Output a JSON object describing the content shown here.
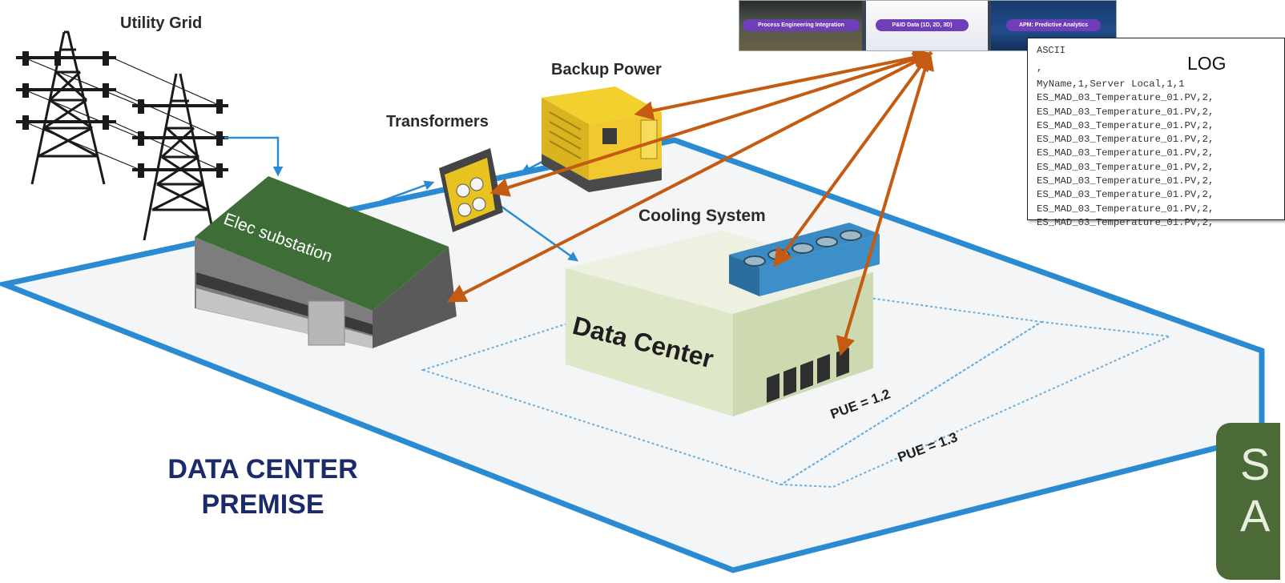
{
  "labels": {
    "utility_grid": "Utility Grid",
    "backup_power": "Backup Power",
    "transformers": "Transformers",
    "substation": "Elec substation",
    "cooling_system": "Cooling System",
    "data_center": "Data Center",
    "pue_inner": "PUE = 1.2",
    "pue_outer": "PUE = 1.3",
    "premise_line1": "DATA CENTER",
    "premise_line2": "PREMISE"
  },
  "app_strip": {
    "tabs": [
      "Process Engineering Integration",
      "P&ID Data (1D, 2D, 3D)",
      "APM: Predictive Analytics"
    ]
  },
  "log_panel": {
    "title": "LOG",
    "header": "ASCII",
    "comma_line": ",",
    "lines": [
      "MyName,1,Server Local,1,1",
      "ES_MAD_03_Temperature_01.PV,2,",
      "ES_MAD_03_Temperature_01.PV,2,",
      "ES_MAD_03_Temperature_01.PV,2,",
      "ES_MAD_03_Temperature_01.PV,2,",
      "ES_MAD_03_Temperature_01.PV,2,",
      "ES_MAD_03_Temperature_01.PV,2,",
      "ES_MAD_03_Temperature_01.PV,2,",
      "ES_MAD_03_Temperature_01.PV,2,",
      "ES_MAD_03_Temperature_01.PV,2,",
      "ES_MAD_03_Temperature_01.PV,2,"
    ]
  },
  "callout": {
    "line1": "S",
    "line2": "A"
  },
  "colors": {
    "arrow": "#c55a11",
    "boundary": "#2a8ad2",
    "premise_text": "#1a2a6b",
    "roof": "#3f6a35",
    "callout": "#4b6a35"
  }
}
